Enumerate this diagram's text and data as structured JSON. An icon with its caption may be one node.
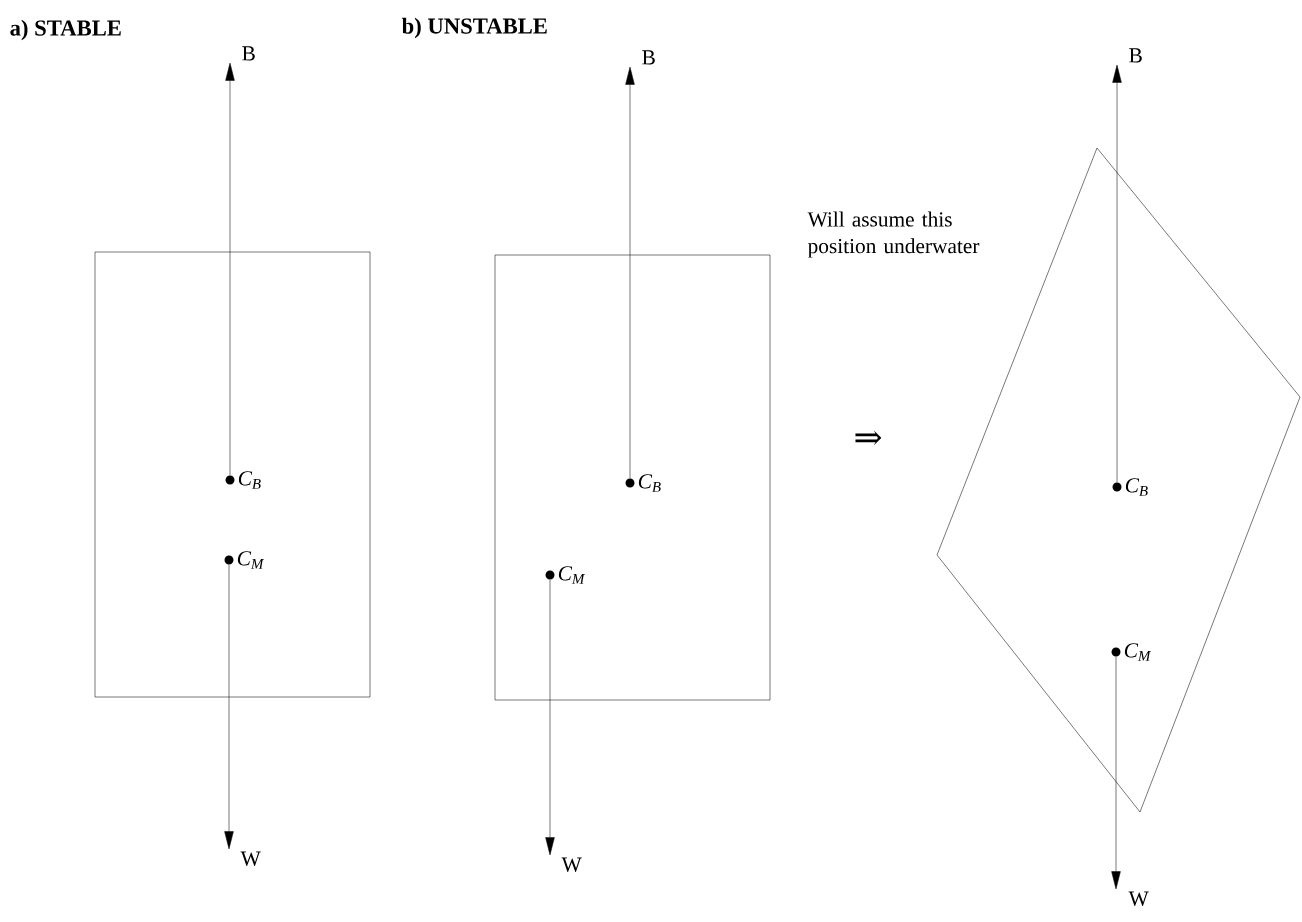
{
  "diagram": {
    "nodes": [
      {
        "text": [],
        "shape": "box"
      },
      {
        "text": [
          "C$_{B}$"
        ],
        "in": 0
      },
      {
        "text": [
          "C$_{M}$"
        ],
        "in": 0
      },
      {
        "text": [
          "B"
        ]
      },
      {
        "text": [
          "W"
        ]
      },
      {
        "text": [],
        "shape": "box"
      },
      {
        "text": [
          "C$_{B}$"
        ],
        "in": 5
      },
      {
        "text": [
          "C$_{M}$"
        ],
        "in": 5
      },
      {
        "text": [
          "B"
        ]
      },
      {
        "text": [
          "W"
        ]
      },
      {
        "text": [],
        "shape": "box"
      },
      {
        "text": [
          "C$_{B}$"
        ],
        "in": 10
      },
      {
        "text": [
          "C$_{M}$"
        ],
        "in": 10
      },
      {
        "text": [
          "B"
        ]
      },
      {
        "text": [
          "W"
        ]
      }
    ],
    "edges": [
      {
        "from": 1,
        "to": 3,
        "arrow": "to"
      },
      {
        "from": 2,
        "to": 4,
        "arrow": "to"
      },
      {
        "from": 6,
        "to": 8,
        "arrow": "to"
      },
      {
        "from": 7,
        "to": 9,
        "arrow": "to"
      },
      {
        "from": 11,
        "to": 13,
        "arrow": "to"
      },
      {
        "from": 12,
        "to": 14,
        "arrow": "to"
      }
    ],
    "labels": [
      "a) STABLE",
      "b) UNSTABLE",
      "Will assume this position underwater",
      "⇒"
    ]
  }
}
